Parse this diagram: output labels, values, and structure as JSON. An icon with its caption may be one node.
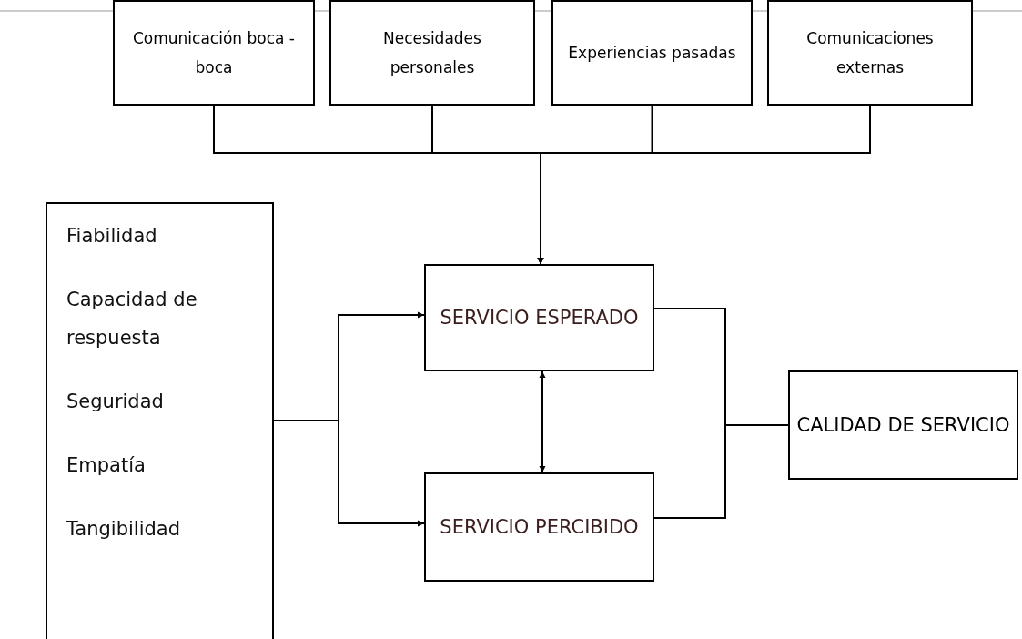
{
  "diagram": {
    "nodes": [
      {
        "text": [
          "Comunicación boca - boca"
        ]
      },
      {
        "text": [
          "Necesidades personales"
        ]
      },
      {
        "text": [
          "Experiencias pasadas"
        ]
      },
      {
        "text": [
          "Comunicaciones externas"
        ]
      },
      {
        "text": [
          "Fiabilidad",
          "Capacidad de respuesta",
          "Seguridad",
          "Empatía",
          "Tangibilidad"
        ]
      },
      {
        "text": [
          "SERVICIO ESPERADO"
        ]
      },
      {
        "text": [
          "SERVICIO PERCIBIDO"
        ]
      },
      {
        "text": [
          "CALIDAD DE SERVICIO"
        ]
      }
    ],
    "edges": [
      {
        "from": 0,
        "to": 5,
        "arrow": "to"
      },
      {
        "from": 1,
        "to": 5,
        "arrow": "to"
      },
      {
        "from": 2,
        "to": 5,
        "arrow": "to"
      },
      {
        "from": 3,
        "to": 5,
        "arrow": "to"
      },
      {
        "from": 4,
        "to": 5,
        "arrow": "to"
      },
      {
        "from": 4,
        "to": 6,
        "arrow": "to"
      },
      {
        "from": 5,
        "to": 6,
        "arrow": "both"
      },
      {
        "from": 5,
        "to": 7,
        "arrow": "none"
      },
      {
        "from": 6,
        "to": 7,
        "arrow": "none"
      }
    ]
  }
}
